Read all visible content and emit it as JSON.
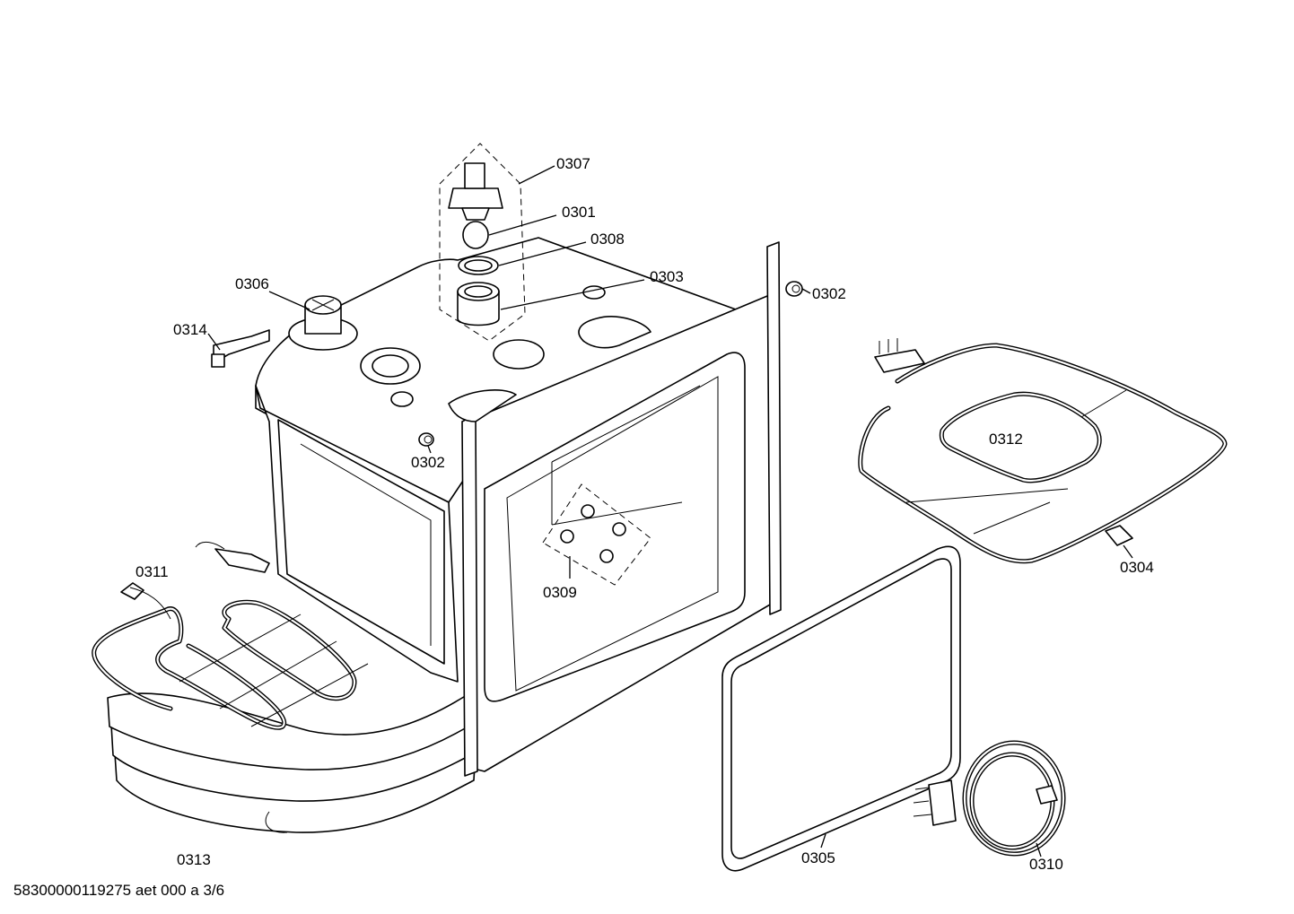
{
  "labels": {
    "p0301": "0301",
    "p0302a": "0302",
    "p0302b": "0302",
    "p0303": "0303",
    "p0304": "0304",
    "p0305": "0305",
    "p0306": "0306",
    "p0307": "0307",
    "p0308": "0308",
    "p0309": "0309",
    "p0310": "0310",
    "p0311": "0311",
    "p0312": "0312",
    "p0313": "0313",
    "p0314": "0314"
  },
  "footer": {
    "code": "58300000119275 aet 000 a 3/6"
  }
}
